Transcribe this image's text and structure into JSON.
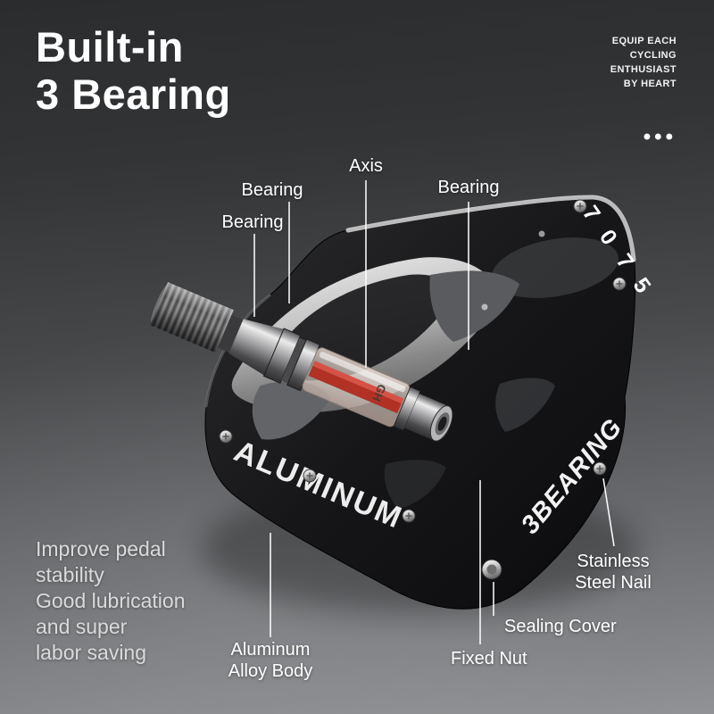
{
  "colors": {
    "accent_red": "#b23125",
    "background_top": "#2a2c2e",
    "background_bottom": "#909295",
    "text_primary": "#ffffff",
    "text_muted": "#dadada"
  },
  "header": {
    "title_line1": "Built-in",
    "title_line2": "3 Bearing",
    "tagline_line1": "EQUIP EACH",
    "tagline_line2": "CYCLING",
    "tagline_line3": "ENTHUSIAST",
    "tagline_line4": "BY HEART",
    "dots": "•••"
  },
  "callouts": {
    "axis": "Axis",
    "bearing_left_upper": "Bearing",
    "bearing_left_lower": "Bearing",
    "bearing_right": "Bearing",
    "stainless_line1": "Stainless",
    "stainless_line2": "Steel Nail",
    "sealing_cover": "Sealing Cover",
    "fixed_nut": "Fixed Nut",
    "body_line1": "Aluminum",
    "body_line2": "Alloy Body"
  },
  "features": {
    "line1": "Improve pedal",
    "line2": "stability",
    "line3": "Good lubrication",
    "line4": "and super",
    "line5": "labor saving"
  },
  "product": {
    "marking_top_edge": "7 0 7 5",
    "marking_front": "ALUMINUM",
    "marking_side": "3BEARING",
    "tube_text": "GH"
  }
}
